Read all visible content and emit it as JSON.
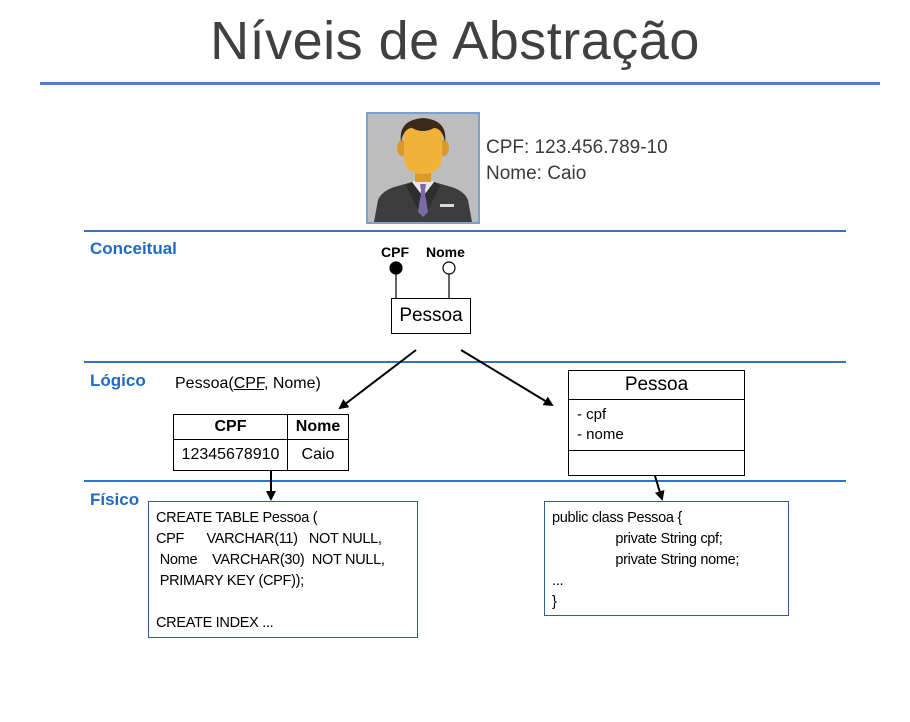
{
  "title": "Níveis de Abstração",
  "person": {
    "cpf_line": "CPF: 123.456.789-10",
    "name_line": "Nome: Caio",
    "icon": "person-avatar-icon"
  },
  "levels": {
    "conceitual": "Conceitual",
    "logico": "Lógico",
    "fisico": "Físico"
  },
  "conceptual": {
    "attr_cpf": "CPF",
    "attr_nome": "Nome",
    "entity": "Pessoa"
  },
  "logical": {
    "relation_prefix": "Pessoa(",
    "relation_pk": "CPF",
    "relation_suffix": ", Nome)",
    "table": {
      "headers": [
        "CPF",
        "Nome"
      ],
      "rows": [
        [
          "12345678910",
          "Caio"
        ]
      ]
    },
    "uml": {
      "class_name": "Pessoa",
      "attributes": [
        "- cpf",
        "- nome"
      ]
    }
  },
  "physical": {
    "sql_lines": [
      "CREATE TABLE Pessoa (",
      "CPF      VARCHAR(11)   NOT NULL,",
      " Nome    VARCHAR(30)  NOT NULL,",
      " PRIMARY KEY (CPF));",
      "",
      "CREATE INDEX ..."
    ],
    "java_lines": [
      "public class Pessoa {",
      "                 private String cpf;",
      "                 private String nome;",
      "...",
      "}"
    ]
  },
  "colors": {
    "accent": "#2f74c9",
    "title_rule": "#4f81bd",
    "level_label": "#1f6bbf"
  }
}
